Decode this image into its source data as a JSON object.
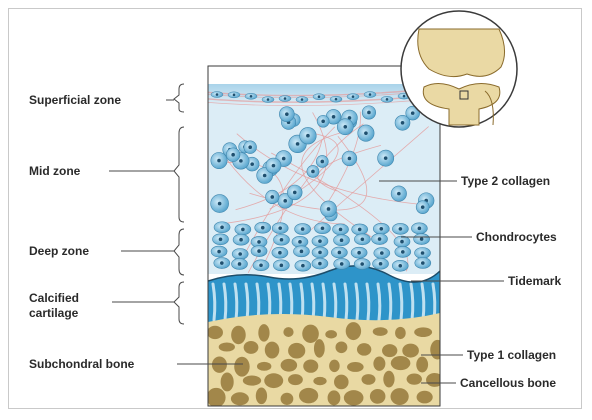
{
  "diagram": {
    "left_labels": {
      "superficial_zone": "Superficial zone",
      "mid_zone": "Mid zone",
      "deep_zone": "Deep zone",
      "calcified_cartilage_line1": "Calcified",
      "calcified_cartilage_line2": "cartilage",
      "subchondral_bone": "Subchondral bone"
    },
    "right_labels": {
      "type2_collagen": "Type 2 collagen",
      "chondrocytes": "Chondrocytes",
      "tidemark": "Tidemark",
      "type1_collagen": "Type 1 collagen",
      "cancellous_bone": "Cancellous bone"
    },
    "colors": {
      "superficial": "#cfe6f2",
      "matrix": "#dcedf6",
      "cell_fill": "#5aa7cf",
      "cell_nucleus": "#1f4f6e",
      "calcified": "#2e94c9",
      "calcified_stripe": "#bfe0f0",
      "bone": "#e9d9a3",
      "bone_dark": "#8a6b2c",
      "collagen": "#e59a9a",
      "leader": "#4a4a4a"
    }
  }
}
